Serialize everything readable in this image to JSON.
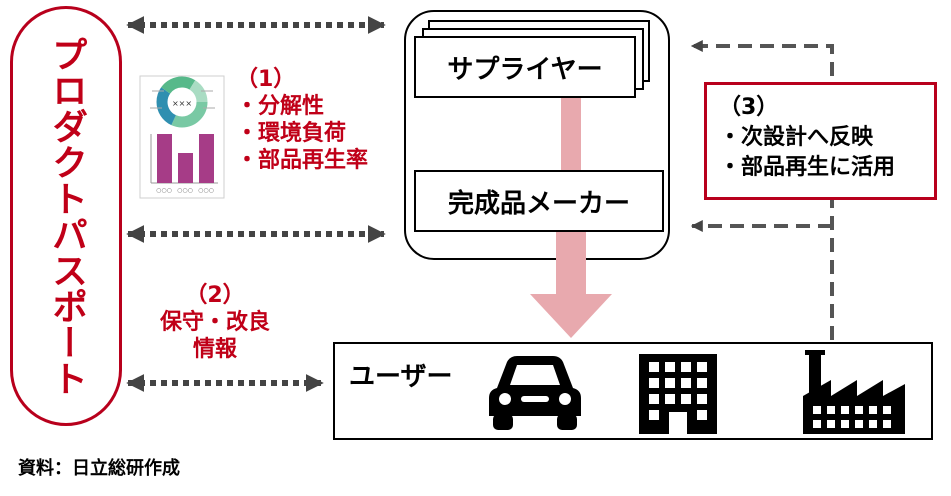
{
  "passport": {
    "title": "プロダクトパスポート"
  },
  "maker_group": {
    "supplier": "サプライヤー",
    "maker": "完成品メーカー"
  },
  "left_info": {
    "number": "（1）",
    "items": [
      "・分解性",
      "・環境負荷",
      "・部品再生率"
    ]
  },
  "maintenance": {
    "number": "（2）",
    "line1": "保守・改良",
    "line2": "情報"
  },
  "feedback": {
    "number": "（3）",
    "items": [
      "・次設計へ反映",
      "・部品再生に活用"
    ]
  },
  "user_box": {
    "label": "ユーザー"
  },
  "thumbnail": {
    "center_text": "×××",
    "x_labels": [
      "○○○",
      "○○○",
      "○○○"
    ]
  },
  "source": "資料：日立総研作成",
  "colors": {
    "accent_red": "#c00018",
    "flow_pink": "#e8a9ae",
    "arrow_gray": "#444444",
    "chart_purple": "#a63c87"
  },
  "icons": [
    "car-icon",
    "building-icon",
    "factory-icon"
  ]
}
